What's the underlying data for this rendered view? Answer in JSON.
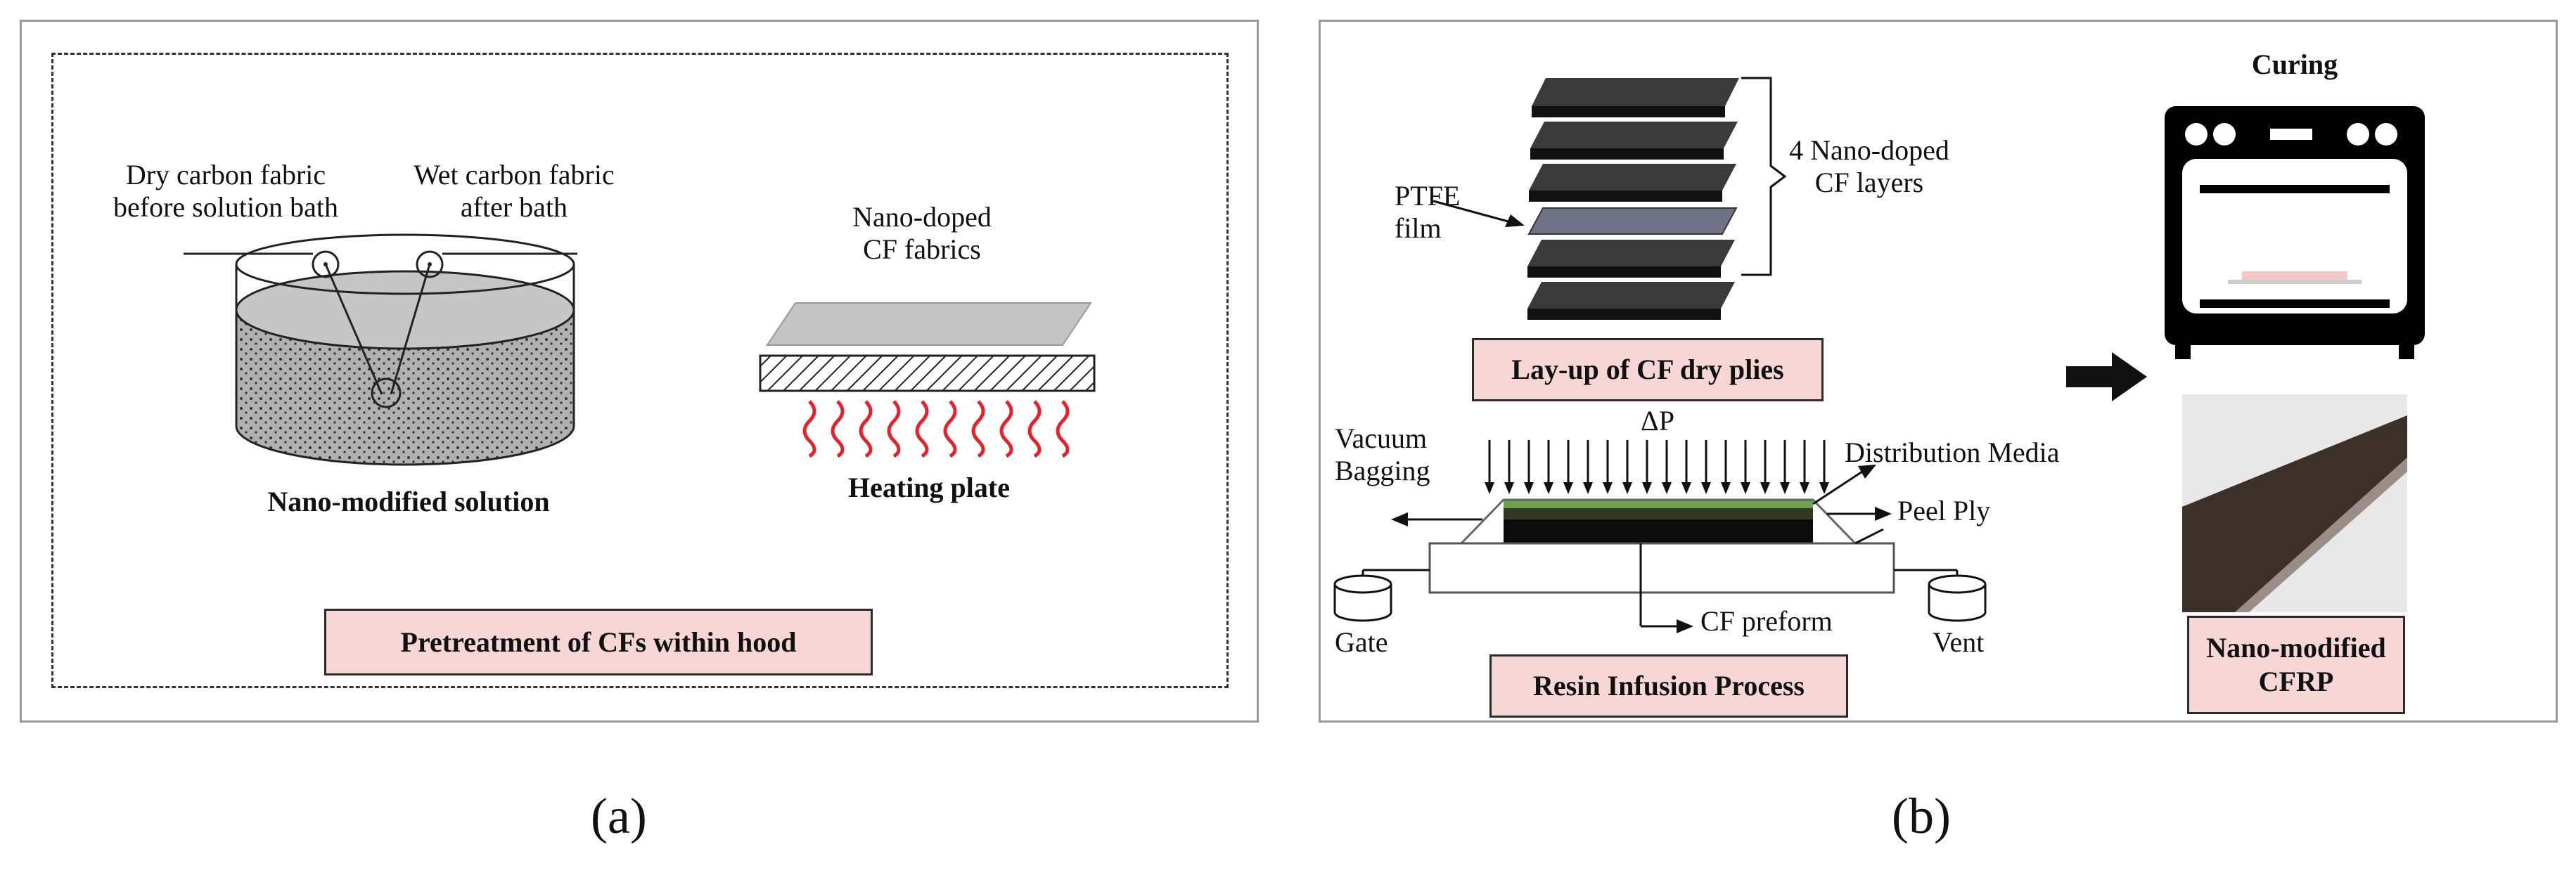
{
  "panel_a": {
    "dry_fabric_label": [
      "Dry carbon fabric",
      "before solution bath"
    ],
    "wet_fabric_label": [
      "Wet carbon fabric",
      "after  bath"
    ],
    "nano_doped_label": [
      "Nano-doped",
      "CF fabrics"
    ],
    "solution_label": "Nano-modified solution",
    "heating_label": "Heating plate",
    "box_label": "Pretreatment of CFs within hood",
    "caption": "(a)"
  },
  "panel_b": {
    "ptfe_label": [
      "PTFE",
      "film"
    ],
    "layers_label": [
      "4 Nano-doped",
      "CF layers"
    ],
    "layup_box": "Lay-up of  CF dry plies",
    "delta_p": "ΔP",
    "vacuum_label": [
      "Vacuum",
      "Bagging"
    ],
    "distribution_label": "Distribution Media",
    "peel_label": "Peel Ply",
    "preform_label": "CF preform",
    "gate_label": "Gate",
    "vent_label": "Vent",
    "infusion_box": "Resin Infusion Process",
    "curing_label": "Curing",
    "cfrp_box": [
      "Nano-modified",
      "CFRP"
    ],
    "caption": "(b)"
  },
  "colors": {
    "box_fill": "#f7d7d6",
    "heat_wave": "#e8202a",
    "panel_border": "#9a9a9a"
  }
}
